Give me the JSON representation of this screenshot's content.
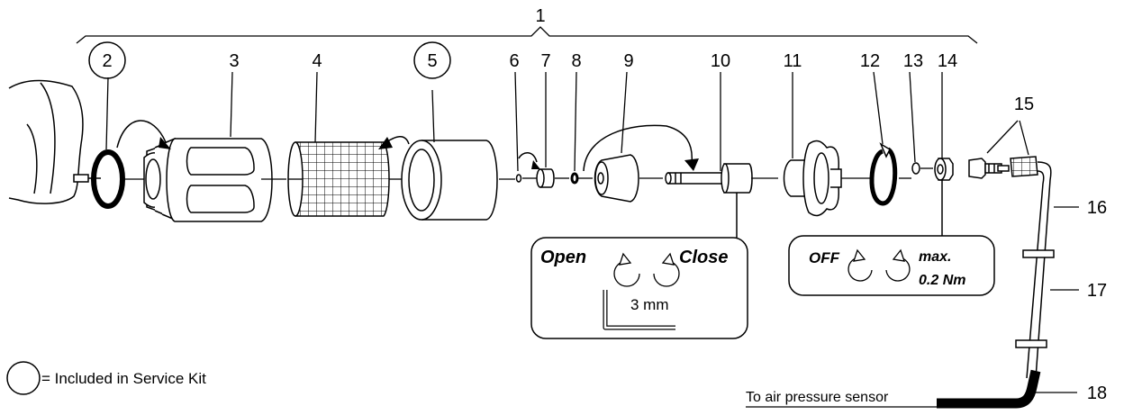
{
  "part_numbers": [
    "1",
    "2",
    "3",
    "4",
    "5",
    "6",
    "7",
    "8",
    "9",
    "10",
    "11",
    "12",
    "13",
    "14",
    "15",
    "16",
    "17",
    "18"
  ],
  "kit_part_numbers": [
    "2",
    "5"
  ],
  "legend_text": "= Included in Service Kit",
  "box_left": {
    "open": "Open",
    "close": "Close",
    "wrench_size": "3 mm"
  },
  "box_right": {
    "off": "OFF",
    "max_line1": "max.",
    "max_line2": "0.2 Nm"
  },
  "sensor_label": "To air pressure sensor"
}
